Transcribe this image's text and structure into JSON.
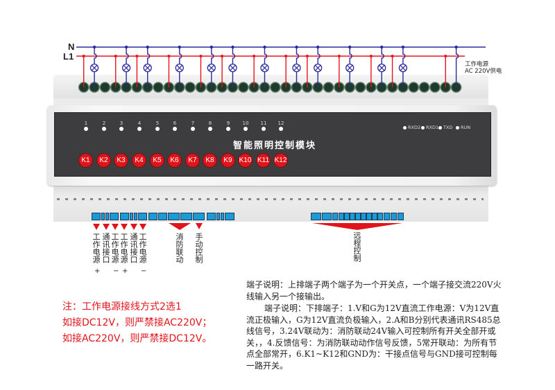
{
  "wiring": {
    "neutral_label": "N",
    "live_label": "L1",
    "power_supply_label": "工作电源",
    "power_supply_voltage": "AC 220V供电"
  },
  "panel": {
    "title": "智能照明控制模块",
    "channel_numbers": [
      "1",
      "2",
      "3",
      "4",
      "5",
      "6",
      "7",
      "8",
      "9",
      "10",
      "11",
      "12"
    ],
    "buttons": [
      "K1",
      "K2",
      "K3",
      "K4",
      "K5",
      "K6",
      "K7",
      "K8",
      "K9",
      "K10",
      "K11",
      "K12"
    ],
    "status_leds": [
      "RXD2",
      "RXD1",
      "TXD",
      "RUN"
    ]
  },
  "terminal_labels": {
    "small": [
      {
        "text": "工作电源",
        "sign": "+"
      },
      {
        "text": "通讯接口",
        "sign": ""
      },
      {
        "text": "工作电源",
        "sign": "−"
      },
      {
        "text": "工作电源",
        "sign": "+"
      },
      {
        "text": "通讯接口",
        "sign": ""
      },
      {
        "text": "工作电源",
        "sign": "−"
      }
    ],
    "fire_linkage": "消防联动",
    "manual_control": "手动控制",
    "remote_control": "远程控制"
  },
  "note": {
    "line1": "注：工作电源接线方式2选1",
    "line2": "如接DC12V，则严禁接AC220V；",
    "line3": "如接AC220V，则严禁接DC12V。"
  },
  "description": {
    "para1": "端子说明：上排端子两个端子为一个开关点，一个端子接交流220V火线输入另一个接输出。",
    "para2": "端子说明：下排端子：1.V和G为12V直流工作电源：V为12V直流正极输入，G为12V直流负极输入，2.A和B分别代表通讯RS485总线信号，3.24V联动为：消防联动24V输入可控制所有开关全部开或关，，4.反馈信号：为消防联动动作信号反馈，5常开联动：为所有节点全部常开，6.K1~K12和GND为：干接点信号与GND接可控制每一路开关。"
  },
  "colors": {
    "live": "#e8141b",
    "neutral": "#2a2a9a",
    "button": "#e0141b",
    "terminal_block": "#1b9ad6",
    "panel": "#3d3d3f"
  }
}
